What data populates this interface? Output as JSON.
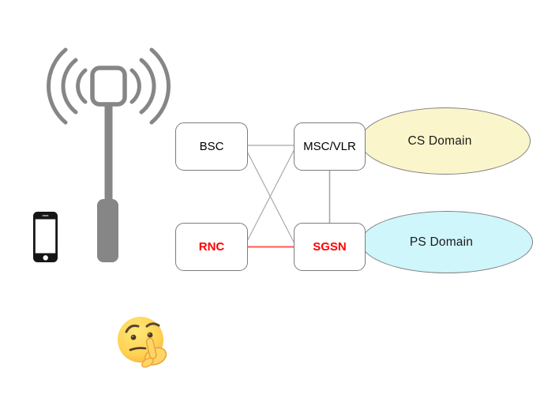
{
  "nodes": {
    "bsc": {
      "label": "BSC",
      "color": "#000000"
    },
    "msc_vlr": {
      "label": "MSC/VLR",
      "color": "#000000"
    },
    "rnc": {
      "label": "RNC",
      "color": "#FF0000"
    },
    "sgsn": {
      "label": "SGSN",
      "color": "#FF0000"
    }
  },
  "domains": {
    "cs": {
      "label": "CS Domain",
      "fill": "#FAF5CB",
      "border": "#7F7F7F"
    },
    "ps": {
      "label": "PS Domain",
      "fill": "#CFF6FA",
      "border": "#7F7F7F"
    }
  },
  "edges": [
    {
      "from": "BSC",
      "to": "MSC/VLR",
      "color": "#A9A9A9",
      "style": "plain"
    },
    {
      "from": "BSC",
      "to": "SGSN",
      "color": "#A9A9A9",
      "style": "plain"
    },
    {
      "from": "RNC",
      "to": "MSC/VLR",
      "color": "#A9A9A9",
      "style": "plain"
    },
    {
      "from": "MSC/VLR",
      "to": "SGSN",
      "color": "#A8A8A8",
      "style": "plain"
    },
    {
      "from": "RNC",
      "to": "SGSN",
      "color": "#FF5A52",
      "style": "highlight"
    }
  ],
  "icons": {
    "cell_tower": {
      "name": "cell-tower",
      "color": "#868686"
    },
    "smartphone": {
      "name": "smartphone",
      "body_color": "#161616",
      "screen_color": "#FFFFFF"
    },
    "thinking_emoji": {
      "name": "thinking-face"
    }
  },
  "background": "#FFFFFF"
}
